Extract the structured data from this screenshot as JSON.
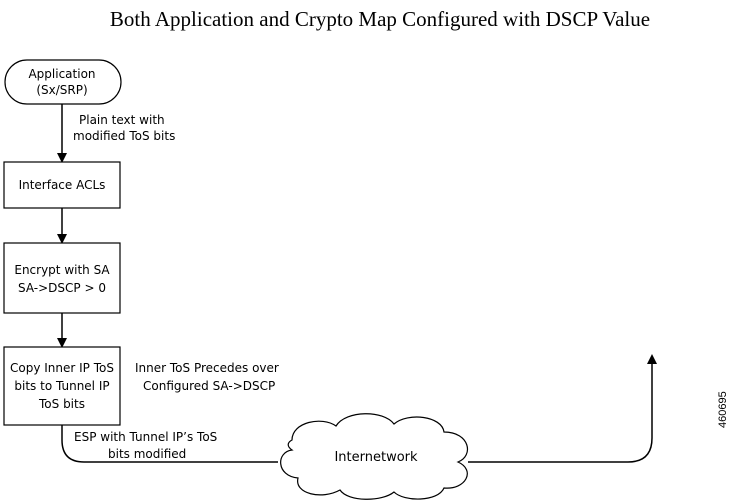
{
  "title": "Both Application and Crypto Map Configured with DSCP Value",
  "nodes": {
    "application": {
      "line1": "Application",
      "line2": "(Sx/SRP)"
    },
    "interface_acls": {
      "label": "Interface ACLs"
    },
    "encrypt": {
      "line1": "Encrypt with SA",
      "line2": "SA->DSCP > 0"
    },
    "copy": {
      "line1": "Copy Inner IP ToS",
      "line2": "bits to Tunnel IP",
      "line3": "ToS bits"
    },
    "internetwork": {
      "label": "Internetwork"
    }
  },
  "edge_labels": {
    "plain_text": {
      "line1": "Plain text with",
      "line2": "modified ToS bits"
    },
    "inner_tos": {
      "line1": "Inner ToS Precedes over",
      "line2": "Configured SA->DSCP"
    },
    "esp": {
      "line1": "ESP with Tunnel IP’s ToS",
      "line2": "bits modified"
    }
  },
  "figure_id": "460695"
}
